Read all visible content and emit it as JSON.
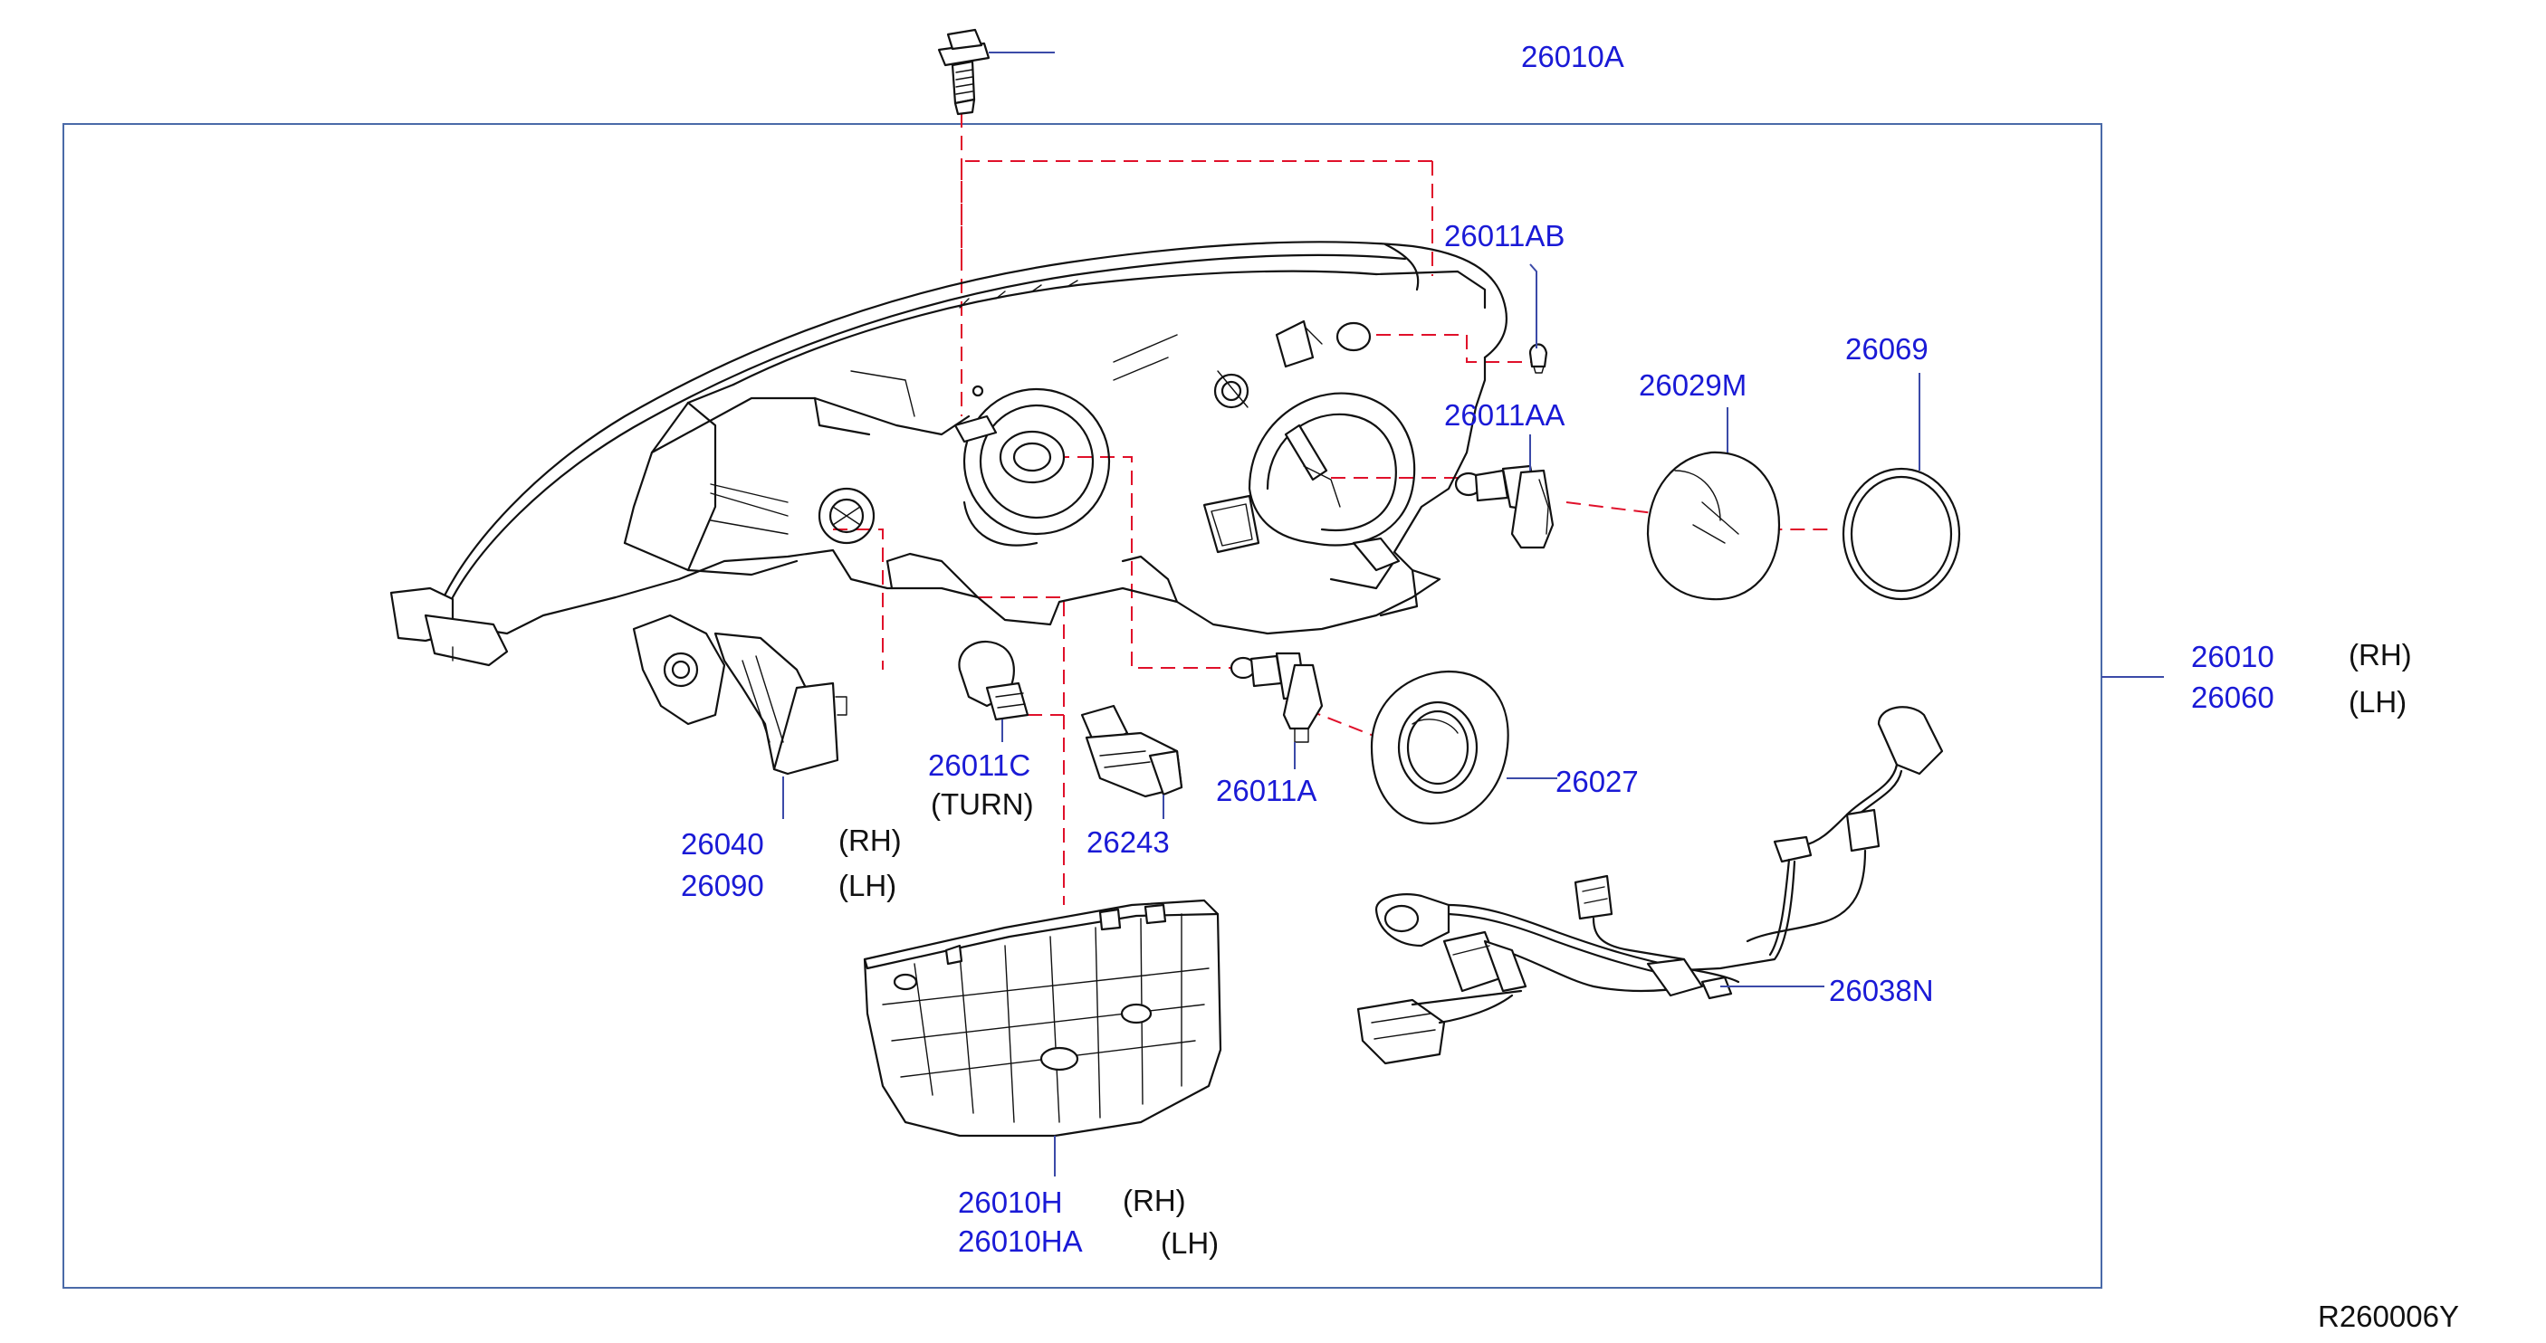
{
  "labels": {
    "bolt": "26010A",
    "bulb_ab": "26011AB",
    "bulb_aa": "26011AA",
    "cap_m": "26029M",
    "seal_ring": "26069",
    "assy_code_rh": "26010",
    "assy_code_lh": "26060",
    "assy_rh": "(RH)",
    "assy_lh": "(LH)",
    "bracket_code_rh": "26040",
    "bracket_code_lh": "26090",
    "bracket_rh": "(RH)",
    "bracket_lh": "(LH)",
    "turn_bulb": "26011C",
    "turn_note": "(TURN)",
    "socket": "26243",
    "bulb_a": "26011A",
    "cap_low": "26027",
    "harness": "26038N",
    "cover_code_rh": "26010H",
    "cover_code_lh": "26010HA",
    "cover_rh": "(RH)",
    "cover_lh": "(LH)",
    "ref_code": "R260006Y"
  },
  "colors": {
    "part_number": "#1a1ad6",
    "side_text": "#111111",
    "dash_line": "#e0102a",
    "frame": "#4a6aa8"
  }
}
